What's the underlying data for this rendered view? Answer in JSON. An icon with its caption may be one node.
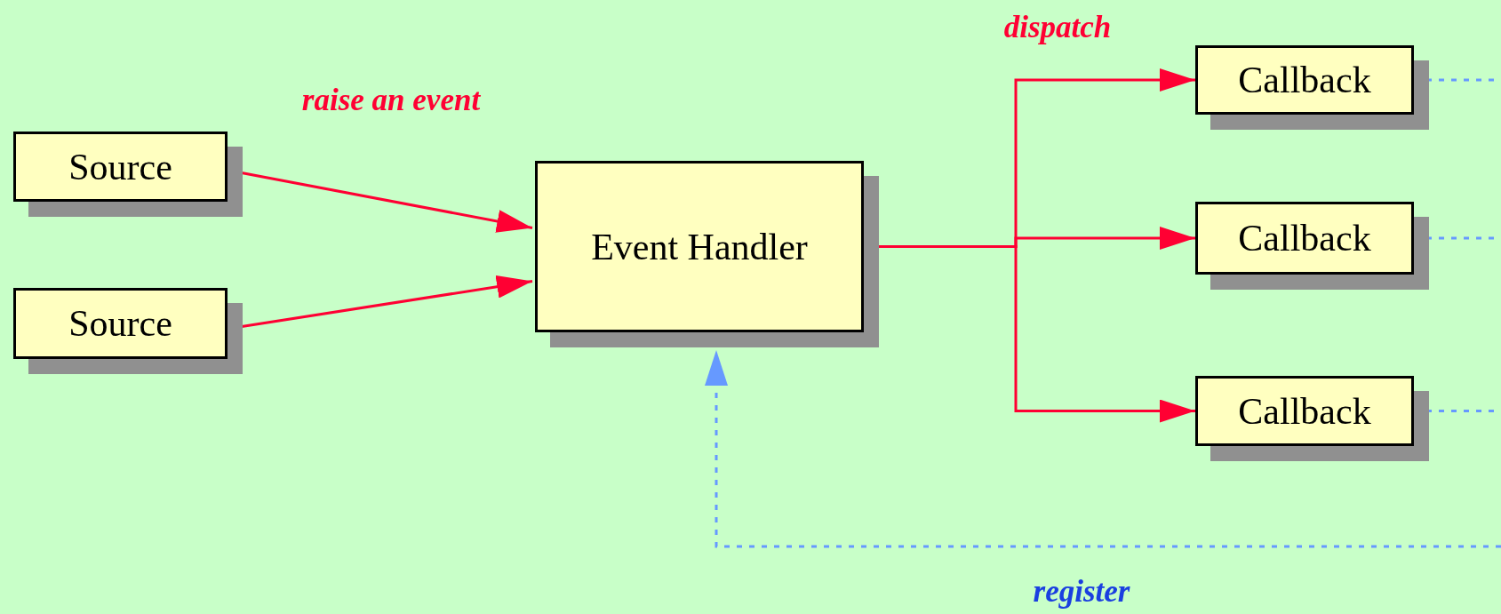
{
  "diagram": {
    "nodes": [
      {
        "text": [
          "Source"
        ]
      },
      {
        "text": [
          "Source"
        ]
      },
      {
        "text": [
          "Event Handler"
        ]
      },
      {
        "text": [
          "Callback"
        ]
      },
      {
        "text": [
          "Callback"
        ]
      },
      {
        "text": [
          "Callback"
        ]
      }
    ],
    "edges": [
      {
        "from": 0,
        "to": 2,
        "arrow": "to",
        "label": "raise an event"
      },
      {
        "from": 1,
        "to": 2,
        "arrow": "to"
      },
      {
        "from": 2,
        "to": 3,
        "arrow": "to",
        "label": "dispatch"
      },
      {
        "from": 2,
        "to": 4,
        "arrow": "to"
      },
      {
        "from": 2,
        "to": 5,
        "arrow": "to"
      },
      {
        "from": 3,
        "to": null,
        "arrow": "none",
        "style": "dashed",
        "color": "#6699ff"
      },
      {
        "from": 4,
        "to": null,
        "arrow": "none",
        "style": "dashed",
        "color": "#6699ff"
      },
      {
        "from": 5,
        "to": null,
        "arrow": "none",
        "style": "dashed",
        "color": "#6699ff"
      },
      {
        "from": null,
        "to": 2,
        "arrow": "to",
        "style": "dashed",
        "color": "#6699ff",
        "label": "register"
      }
    ]
  }
}
